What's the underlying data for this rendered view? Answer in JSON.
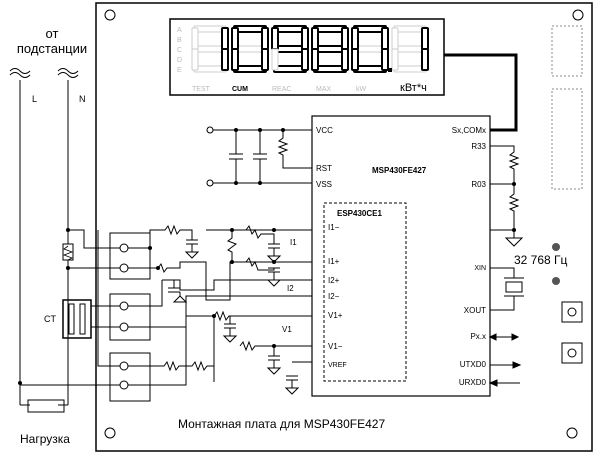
{
  "source_label": "от\nподстанции",
  "source_line1": "от",
  "source_line2": "подстанции",
  "wire_L": "L",
  "wire_N": "N",
  "ct_label": "CT",
  "load_label": "Нагрузка",
  "board_caption": "Монтажная плата для MSP430FE427",
  "lcd": {
    "digits": "109801",
    "side_letters": [
      "A",
      "B",
      "C",
      "D",
      "E"
    ],
    "indicators": [
      "TEST",
      "CUM",
      "REAC",
      "MAX",
      "kW"
    ],
    "active_indicator": "CUM",
    "unit": "кВт*ч"
  },
  "mcu": {
    "name": "MSP430FE427",
    "sub_name": "ESP430CE1",
    "pins_left": [
      "VCC",
      "RST",
      "VSS",
      "I1−",
      "I1+",
      "I2+",
      "I2−",
      "V1+",
      "V1−",
      "VREF"
    ],
    "pins_right": [
      "Sx,COMx",
      "R33",
      "R03",
      "XIN",
      "XOUT",
      "Px.x",
      "UTXD0",
      "URXD0"
    ]
  },
  "crystal_label": "32 768 Гц",
  "signal_labels": [
    "I1",
    "I2",
    "V1"
  ]
}
